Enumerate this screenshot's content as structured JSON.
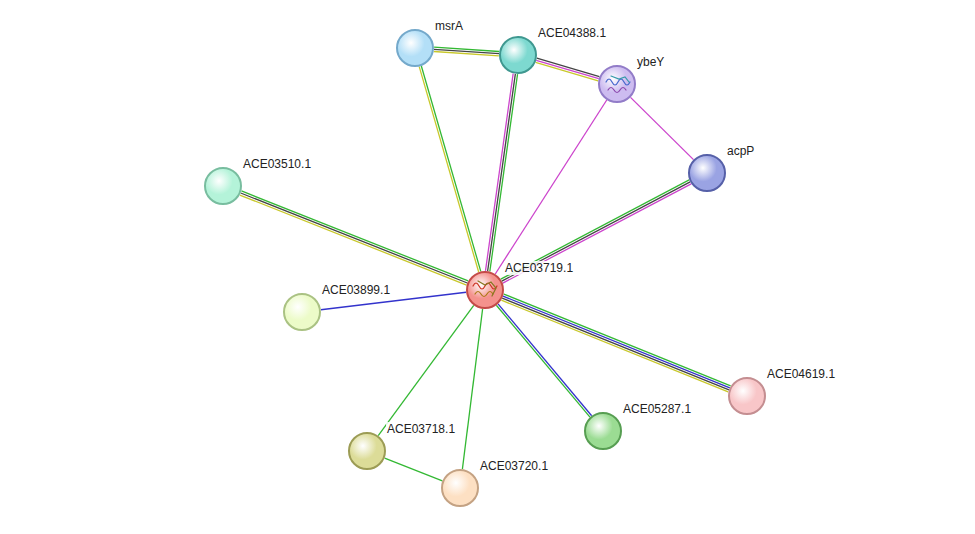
{
  "diagram": {
    "nodes": [
      {
        "text": [
          "msrA"
        ]
      },
      {
        "text": [
          "ACE04388.1"
        ]
      },
      {
        "text": [
          "ybeY"
        ]
      },
      {
        "text": [
          "acpP"
        ]
      },
      {
        "text": [
          "ACE03510.1"
        ]
      },
      {
        "text": [
          "ACE03719.1"
        ]
      },
      {
        "text": [
          "ACE03899.1"
        ]
      },
      {
        "text": [
          "ACE04619.1"
        ]
      },
      {
        "text": [
          "ACE05287.1"
        ]
      },
      {
        "text": [
          "ACE03718.1"
        ]
      },
      {
        "text": [
          "ACE03720.1"
        ]
      }
    ],
    "edges": [
      {
        "from": 0,
        "to": 1,
        "arrow": "none"
      },
      {
        "from": 0,
        "to": 5,
        "arrow": "none"
      },
      {
        "from": 1,
        "to": 2,
        "arrow": "none"
      },
      {
        "from": 1,
        "to": 5,
        "arrow": "none"
      },
      {
        "from": 2,
        "to": 5,
        "arrow": "none"
      },
      {
        "from": 2,
        "to": 3,
        "arrow": "none"
      },
      {
        "from": 3,
        "to": 5,
        "arrow": "none"
      },
      {
        "from": 4,
        "to": 5,
        "arrow": "none"
      },
      {
        "from": 6,
        "to": 5,
        "arrow": "none"
      },
      {
        "from": 5,
        "to": 7,
        "arrow": "none"
      },
      {
        "from": 5,
        "to": 8,
        "arrow": "none"
      },
      {
        "from": 5,
        "to": 9,
        "arrow": "none"
      },
      {
        "from": 5,
        "to": 10,
        "arrow": "none"
      },
      {
        "from": 9,
        "to": 10,
        "arrow": "none"
      }
    ]
  }
}
